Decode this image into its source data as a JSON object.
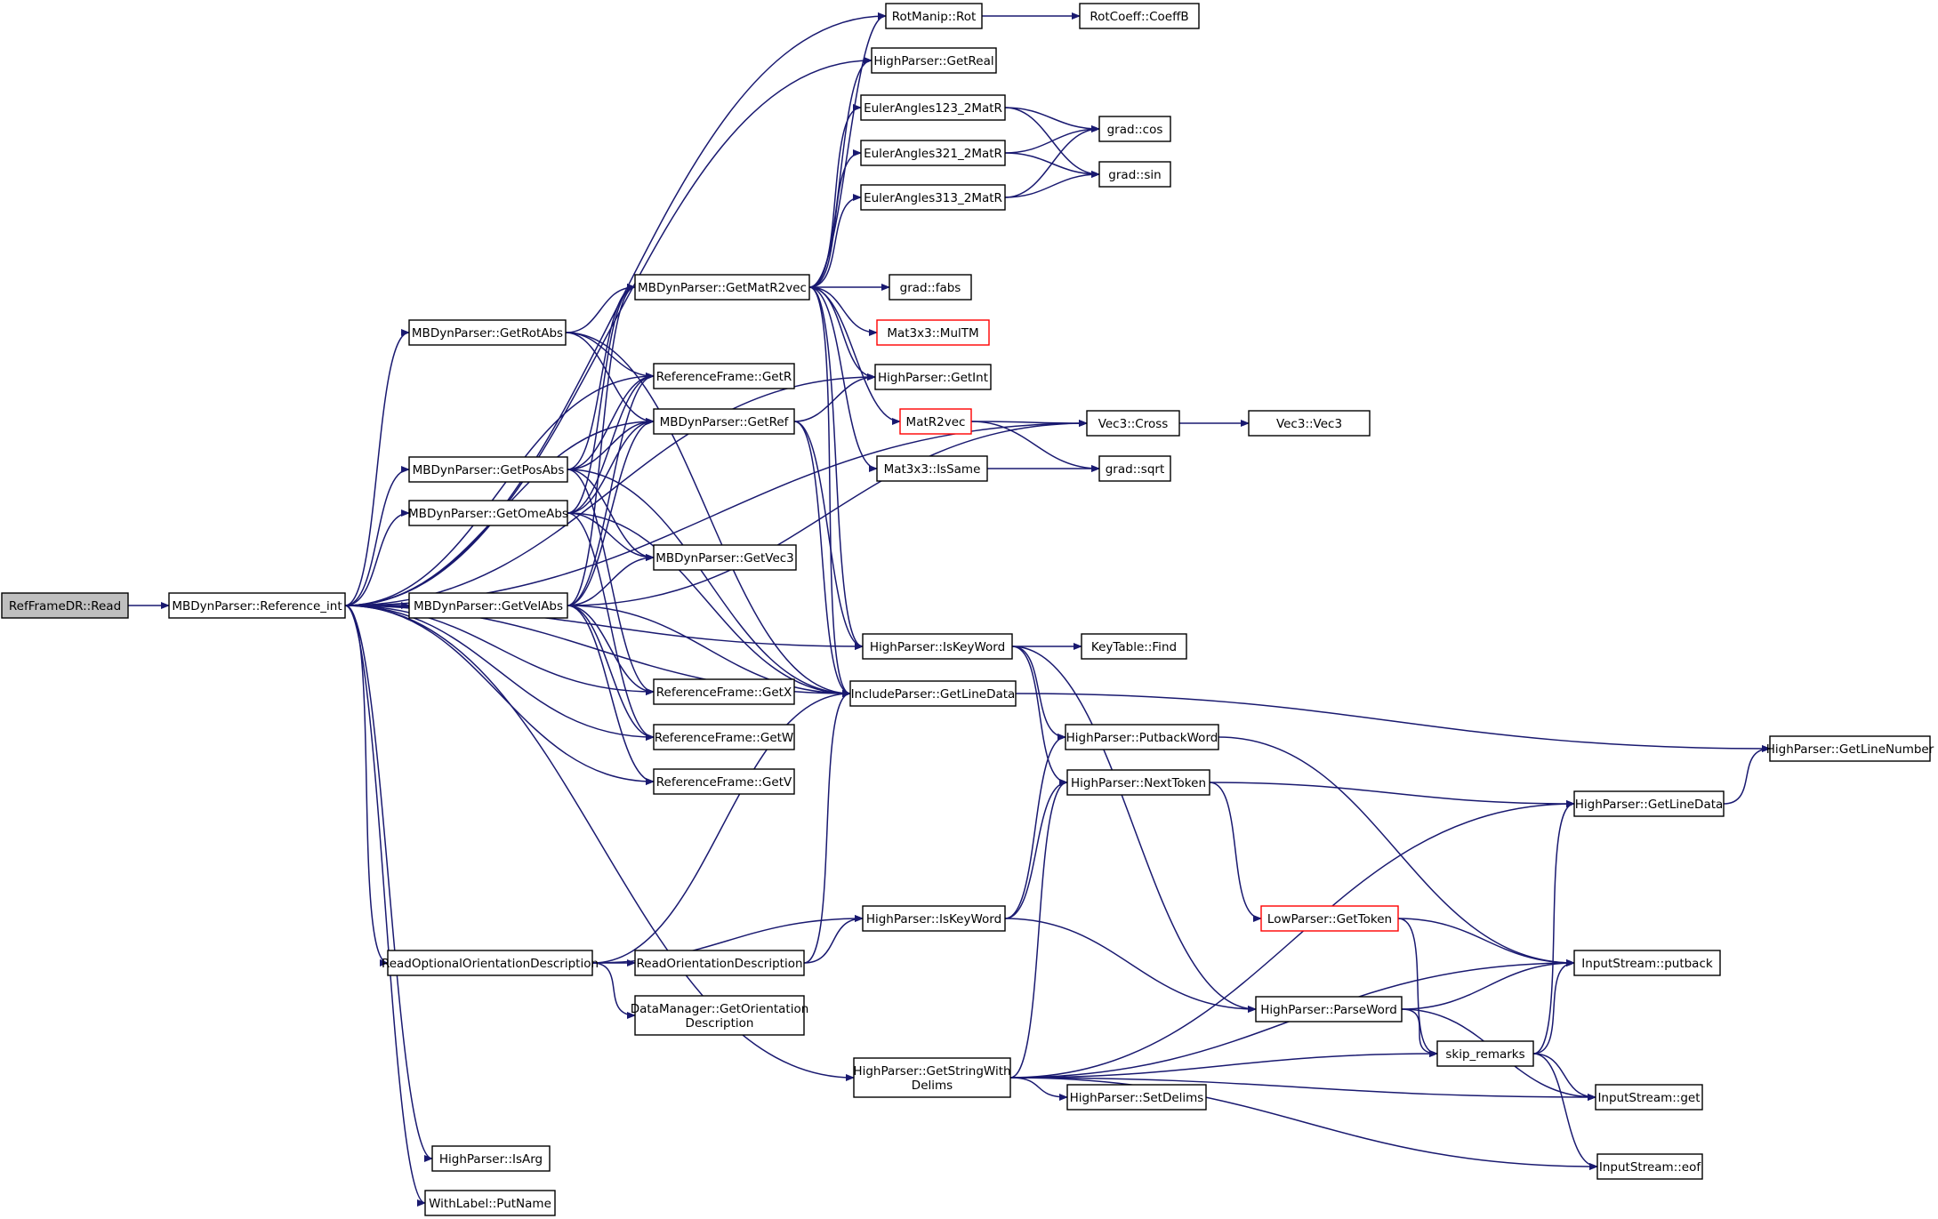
{
  "colors": {
    "edge": "#191970",
    "node_border": "#000000",
    "node_fill": "#ffffff",
    "root_fill": "#bfbfbf",
    "truncated_border": "#ff0000"
  },
  "nodes": [
    {
      "id": "read",
      "lines": [
        "RefFrameDR::Read"
      ],
      "style": "root"
    },
    {
      "id": "refint",
      "lines": [
        "MBDynParser::Reference_int"
      ]
    },
    {
      "id": "getrotabs",
      "lines": [
        "MBDynParser::GetRotAbs"
      ]
    },
    {
      "id": "getposabs",
      "lines": [
        "MBDynParser::GetPosAbs"
      ]
    },
    {
      "id": "getomeabs",
      "lines": [
        "MBDynParser::GetOmeAbs"
      ]
    },
    {
      "id": "getvelabs",
      "lines": [
        "MBDynParser::GetVelAbs"
      ]
    },
    {
      "id": "readopt",
      "lines": [
        "ReadOptionalOrientationDescription"
      ]
    },
    {
      "id": "isarg",
      "lines": [
        "HighParser::IsArg"
      ]
    },
    {
      "id": "putname",
      "lines": [
        "WithLabel::PutName"
      ]
    },
    {
      "id": "getmatr2vec",
      "lines": [
        "MBDynParser::GetMatR2vec"
      ]
    },
    {
      "id": "rfgetr",
      "lines": [
        "ReferenceFrame::GetR"
      ]
    },
    {
      "id": "getref",
      "lines": [
        "MBDynParser::GetRef"
      ]
    },
    {
      "id": "getvec3",
      "lines": [
        "MBDynParser::GetVec3"
      ]
    },
    {
      "id": "rfgetx",
      "lines": [
        "ReferenceFrame::GetX"
      ]
    },
    {
      "id": "rfgetw",
      "lines": [
        "ReferenceFrame::GetW"
      ]
    },
    {
      "id": "rfgetv",
      "lines": [
        "ReferenceFrame::GetV"
      ]
    },
    {
      "id": "readorient",
      "lines": [
        "ReadOrientationDescription"
      ]
    },
    {
      "id": "dmgetorient",
      "lines": [
        "DataManager::GetOrientation",
        "Description"
      ]
    },
    {
      "id": "rotmanip",
      "lines": [
        "RotManip::Rot"
      ]
    },
    {
      "id": "getreal",
      "lines": [
        "HighParser::GetReal"
      ]
    },
    {
      "id": "euler123",
      "lines": [
        "EulerAngles123_2MatR"
      ]
    },
    {
      "id": "euler321",
      "lines": [
        "EulerAngles321_2MatR"
      ]
    },
    {
      "id": "euler313",
      "lines": [
        "EulerAngles313_2MatR"
      ]
    },
    {
      "id": "fabs",
      "lines": [
        "grad::fabs"
      ]
    },
    {
      "id": "multm",
      "lines": [
        "Mat3x3::MulTM"
      ],
      "style": "truncated"
    },
    {
      "id": "getint",
      "lines": [
        "HighParser::GetInt"
      ]
    },
    {
      "id": "matr2vec",
      "lines": [
        "MatR2vec"
      ],
      "style": "truncated"
    },
    {
      "id": "issame",
      "lines": [
        "Mat3x3::IsSame"
      ]
    },
    {
      "id": "iskeyword1",
      "lines": [
        "HighParser::IsKeyWord"
      ]
    },
    {
      "id": "incgetline",
      "lines": [
        "IncludeParser::GetLineData"
      ]
    },
    {
      "id": "iskeyword2",
      "lines": [
        "HighParser::IsKeyWord"
      ]
    },
    {
      "id": "getstring",
      "lines": [
        "HighParser::GetStringWith",
        "Delims"
      ]
    },
    {
      "id": "coeffb",
      "lines": [
        "RotCoeff::CoeffB"
      ]
    },
    {
      "id": "cos",
      "lines": [
        "grad::cos"
      ]
    },
    {
      "id": "sin",
      "lines": [
        "grad::sin"
      ]
    },
    {
      "id": "cross",
      "lines": [
        "Vec3::Cross"
      ]
    },
    {
      "id": "sqrt",
      "lines": [
        "grad::sqrt"
      ]
    },
    {
      "id": "find",
      "lines": [
        "KeyTable::Find"
      ]
    },
    {
      "id": "putback",
      "lines": [
        "HighParser::PutbackWord"
      ]
    },
    {
      "id": "nexttoken",
      "lines": [
        "HighParser::NextToken"
      ]
    },
    {
      "id": "lowgettoken",
      "lines": [
        "LowParser::GetToken"
      ],
      "style": "truncated"
    },
    {
      "id": "parseword",
      "lines": [
        "HighParser::ParseWord"
      ]
    },
    {
      "id": "setdelims",
      "lines": [
        "HighParser::SetDelims"
      ]
    },
    {
      "id": "vec3",
      "lines": [
        "Vec3::Vec3"
      ]
    },
    {
      "id": "hpgetline",
      "lines": [
        "HighParser::GetLineData"
      ]
    },
    {
      "id": "skipremarks",
      "lines": [
        "skip_remarks"
      ]
    },
    {
      "id": "getlinenumber",
      "lines": [
        "HighParser::GetLineNumber"
      ]
    },
    {
      "id": "isputback",
      "lines": [
        "InputStream::putback"
      ]
    },
    {
      "id": "isget",
      "lines": [
        "InputStream::get"
      ]
    },
    {
      "id": "iseof",
      "lines": [
        "InputStream::eof"
      ]
    }
  ],
  "edges": [
    [
      "read",
      "refint"
    ],
    [
      "refint",
      "rotmanip"
    ],
    [
      "refint",
      "getreal"
    ],
    [
      "refint",
      "cross"
    ],
    [
      "refint",
      "getint"
    ],
    [
      "refint",
      "getrotabs"
    ],
    [
      "refint",
      "rfgetr"
    ],
    [
      "refint",
      "getref"
    ],
    [
      "refint",
      "getposabs"
    ],
    [
      "refint",
      "getomeabs"
    ],
    [
      "refint",
      "getvelabs"
    ],
    [
      "refint",
      "rfgetx"
    ],
    [
      "refint",
      "rfgetw"
    ],
    [
      "refint",
      "rfgetv"
    ],
    [
      "refint",
      "iskeyword1"
    ],
    [
      "refint",
      "incgetline"
    ],
    [
      "refint",
      "readopt"
    ],
    [
      "refint",
      "getstring"
    ],
    [
      "refint",
      "isarg"
    ],
    [
      "refint",
      "putname"
    ],
    [
      "getrotabs",
      "getmatr2vec"
    ],
    [
      "getrotabs",
      "rfgetr"
    ],
    [
      "getrotabs",
      "getref"
    ],
    [
      "getrotabs",
      "incgetline"
    ],
    [
      "getposabs",
      "getmatr2vec"
    ],
    [
      "getposabs",
      "rfgetr"
    ],
    [
      "getposabs",
      "getref"
    ],
    [
      "getposabs",
      "getvec3"
    ],
    [
      "getposabs",
      "rfgetx"
    ],
    [
      "getposabs",
      "incgetline"
    ],
    [
      "getomeabs",
      "getmatr2vec"
    ],
    [
      "getomeabs",
      "rfgetr"
    ],
    [
      "getomeabs",
      "getref"
    ],
    [
      "getomeabs",
      "getvec3"
    ],
    [
      "getomeabs",
      "rfgetw"
    ],
    [
      "getomeabs",
      "incgetline"
    ],
    [
      "getvelabs",
      "getmatr2vec"
    ],
    [
      "getvelabs",
      "rfgetr"
    ],
    [
      "getvelabs",
      "getref"
    ],
    [
      "getvelabs",
      "getvec3"
    ],
    [
      "getvelabs",
      "rfgetx"
    ],
    [
      "getvelabs",
      "rfgetw"
    ],
    [
      "getvelabs",
      "rfgetv"
    ],
    [
      "getvelabs",
      "cross"
    ],
    [
      "getvelabs",
      "incgetline"
    ],
    [
      "getmatr2vec",
      "rotmanip"
    ],
    [
      "getmatr2vec",
      "getreal"
    ],
    [
      "getmatr2vec",
      "euler123"
    ],
    [
      "getmatr2vec",
      "euler321"
    ],
    [
      "getmatr2vec",
      "euler313"
    ],
    [
      "getmatr2vec",
      "fabs"
    ],
    [
      "getmatr2vec",
      "multm"
    ],
    [
      "getmatr2vec",
      "getint"
    ],
    [
      "getmatr2vec",
      "matr2vec"
    ],
    [
      "getmatr2vec",
      "issame"
    ],
    [
      "getmatr2vec",
      "iskeyword1"
    ],
    [
      "getmatr2vec",
      "incgetline"
    ],
    [
      "getref",
      "getint"
    ],
    [
      "getref",
      "iskeyword1"
    ],
    [
      "getref",
      "incgetline"
    ],
    [
      "readopt",
      "readorient"
    ],
    [
      "readopt",
      "dmgetorient"
    ],
    [
      "readopt",
      "iskeyword2"
    ],
    [
      "readopt",
      "incgetline"
    ],
    [
      "readorient",
      "iskeyword2"
    ],
    [
      "readorient",
      "incgetline"
    ],
    [
      "rotmanip",
      "coeffb"
    ],
    [
      "euler123",
      "cos"
    ],
    [
      "euler123",
      "sin"
    ],
    [
      "euler321",
      "cos"
    ],
    [
      "euler321",
      "sin"
    ],
    [
      "euler313",
      "cos"
    ],
    [
      "euler313",
      "sin"
    ],
    [
      "matr2vec",
      "cross"
    ],
    [
      "matr2vec",
      "sqrt"
    ],
    [
      "issame",
      "sqrt"
    ],
    [
      "cross",
      "vec3"
    ],
    [
      "iskeyword1",
      "find"
    ],
    [
      "iskeyword1",
      "putback"
    ],
    [
      "iskeyword1",
      "nexttoken"
    ],
    [
      "iskeyword1",
      "parseword"
    ],
    [
      "incgetline",
      "getlinenumber"
    ],
    [
      "iskeyword2",
      "putback"
    ],
    [
      "iskeyword2",
      "nexttoken"
    ],
    [
      "iskeyword2",
      "parseword"
    ],
    [
      "getstring",
      "nexttoken"
    ],
    [
      "getstring",
      "setdelims"
    ],
    [
      "getstring",
      "skipremarks"
    ],
    [
      "getstring",
      "hpgetline"
    ],
    [
      "getstring",
      "isputback"
    ],
    [
      "getstring",
      "isget"
    ],
    [
      "getstring",
      "iseof"
    ],
    [
      "putback",
      "isputback"
    ],
    [
      "nexttoken",
      "hpgetline"
    ],
    [
      "nexttoken",
      "lowgettoken"
    ],
    [
      "lowgettoken",
      "isputback"
    ],
    [
      "lowgettoken",
      "skipremarks"
    ],
    [
      "parseword",
      "skipremarks"
    ],
    [
      "parseword",
      "isputback"
    ],
    [
      "parseword",
      "isget"
    ],
    [
      "hpgetline",
      "getlinenumber"
    ],
    [
      "skipremarks",
      "hpgetline"
    ],
    [
      "skipremarks",
      "isputback"
    ],
    [
      "skipremarks",
      "isget"
    ],
    [
      "skipremarks",
      "iseof"
    ]
  ]
}
